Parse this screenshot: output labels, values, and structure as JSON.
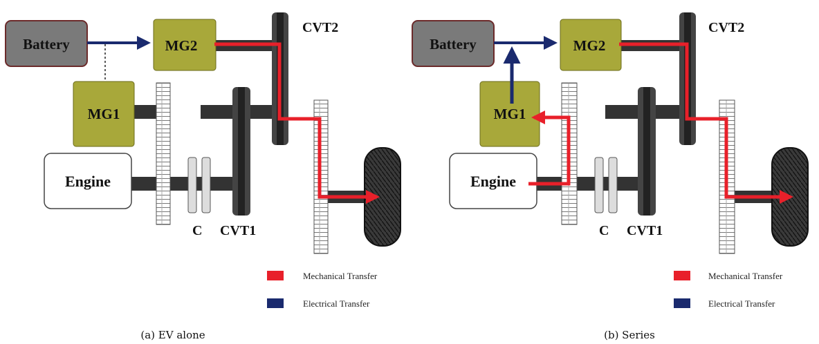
{
  "colors": {
    "battery": "#7a7a7a",
    "motor": "#a8a83a",
    "mechanical": "#e8202a",
    "electrical": "#1a2a6e",
    "shaft": "#333333"
  },
  "panels": [
    {
      "caption": "(a) EV alone",
      "labels": {
        "battery": "Battery",
        "mg2": "MG2",
        "mg1": "MG1",
        "engine": "Engine",
        "clutch": "C",
        "cvt1": "CVT1",
        "cvt2": "CVT2"
      },
      "legend": {
        "mechanical": "Mechanical Transfer",
        "electrical": "Electrical Transfer"
      }
    },
    {
      "caption": "(b) Series",
      "labels": {
        "battery": "Battery",
        "mg2": "MG2",
        "mg1": "MG1",
        "engine": "Engine",
        "clutch": "C",
        "cvt1": "CVT1",
        "cvt2": "CVT2"
      },
      "legend": {
        "mechanical": "Mechanical Transfer",
        "electrical": "Electrical Transfer"
      }
    }
  ]
}
